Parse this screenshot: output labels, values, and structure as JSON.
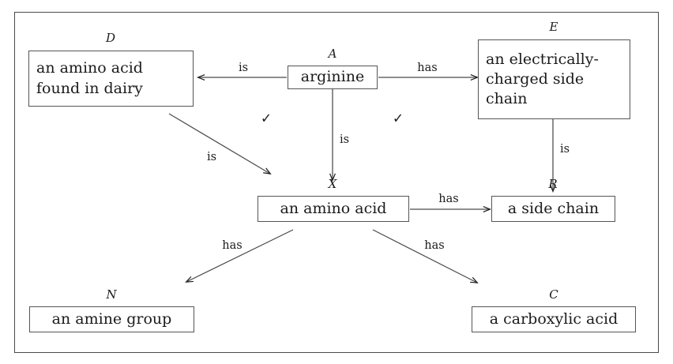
{
  "diagram": {
    "title_key_style": "italic-letter",
    "frame": {
      "border_color": "#4a4a4a"
    },
    "nodes": [
      {
        "key": "D",
        "text": "an amino acid\nfound in dairy",
        "align": "left"
      },
      {
        "key": "A",
        "text": "arginine",
        "align": "center"
      },
      {
        "key": "E",
        "text": "an electrically-\ncharged side\nchain",
        "align": "left"
      },
      {
        "key": "X",
        "text": "an amino acid",
        "align": "center"
      },
      {
        "key": "R",
        "text": "a side chain",
        "align": "center"
      },
      {
        "key": "N",
        "text": "an amine group",
        "align": "center"
      },
      {
        "key": "C",
        "text": "a carboxylic acid",
        "align": "center"
      }
    ],
    "edges": [
      {
        "from": "A",
        "to": "D",
        "label": "is"
      },
      {
        "from": "A",
        "to": "E",
        "label": "has"
      },
      {
        "from": "A",
        "to": "X",
        "label": "is"
      },
      {
        "from": "D",
        "to": "X",
        "label": "is"
      },
      {
        "from": "E",
        "to": "R",
        "label": "is"
      },
      {
        "from": "X",
        "to": "R",
        "label": "has"
      },
      {
        "from": "X",
        "to": "N",
        "label": "has"
      },
      {
        "from": "X",
        "to": "C",
        "label": "has"
      }
    ],
    "marks": [
      {
        "symbol": "✓",
        "name": "check-left"
      },
      {
        "symbol": "✓",
        "name": "check-right"
      }
    ]
  }
}
